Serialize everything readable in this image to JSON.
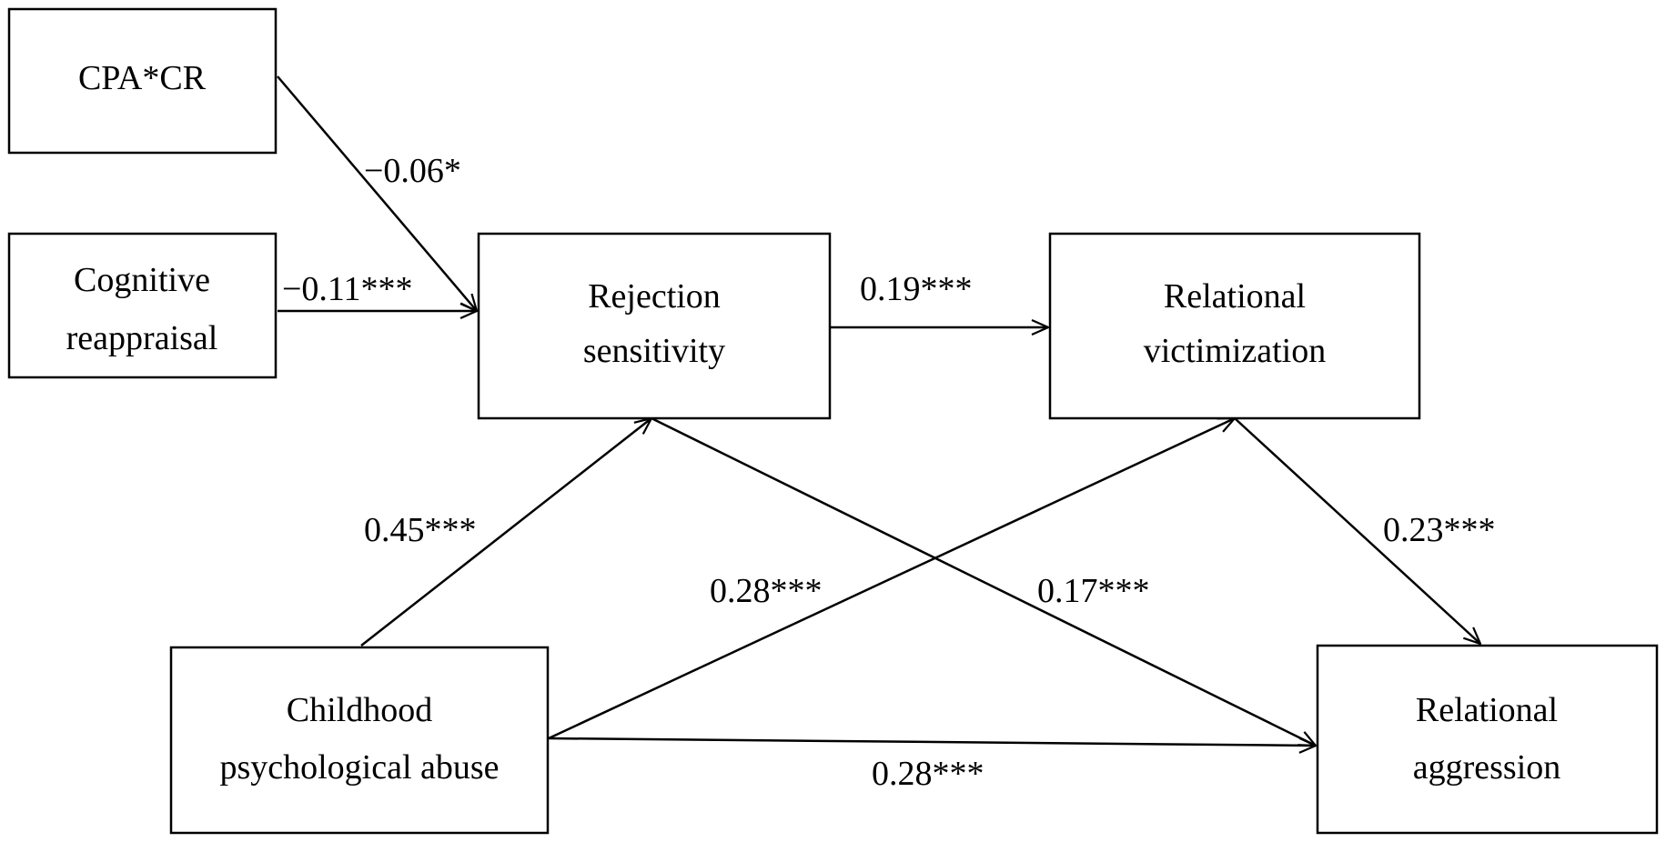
{
  "nodes": {
    "cpa_cr": {
      "line1": "CPA*CR"
    },
    "cognitive_reappraisal": {
      "line1": "Cognitive",
      "line2": "reappraisal"
    },
    "rejection_sensitivity": {
      "line1": "Rejection",
      "line2": "sensitivity"
    },
    "relational_victimization": {
      "line1": "Relational",
      "line2": "victimization"
    },
    "childhood_psychological_abuse": {
      "line1": "Childhood",
      "line2": "psychological abuse"
    },
    "relational_aggression": {
      "line1": "Relational",
      "line2": "aggression"
    }
  },
  "edges": {
    "cpa_cr_to_rs": "−0.06*",
    "cr_to_rs": "−0.11***",
    "rs_to_rv": "0.19***",
    "cpa_to_rs": "0.45***",
    "cpa_to_rv": "0.28***",
    "rs_to_ra": "0.17***",
    "rv_to_ra": "0.23***",
    "cpa_to_ra": "0.28***"
  }
}
